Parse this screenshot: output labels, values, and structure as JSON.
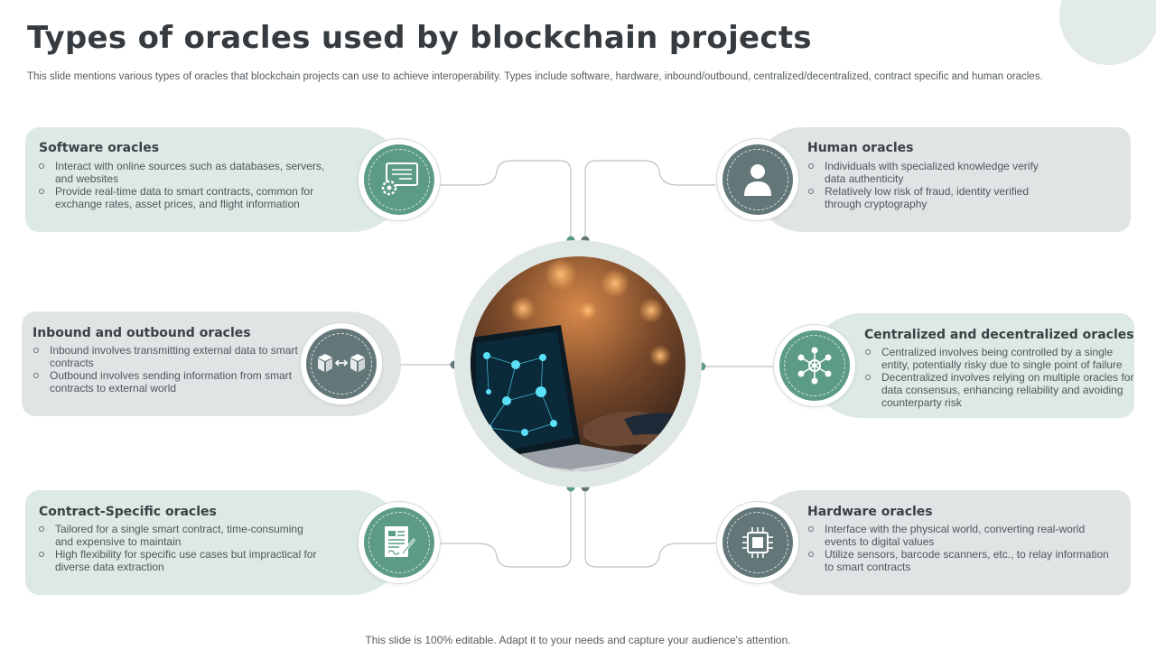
{
  "slide": {
    "title": "Types of oracles used by blockchain projects",
    "subtitle": "This slide mentions various types of oracles that blockchain projects can use to achieve interoperability. Types include software, hardware, inbound/outbound, centralized/decentralized, contract specific and human oracles.",
    "footer": "This slide is 100% editable. Adapt it to your needs and capture your audience's attention."
  },
  "cards": {
    "software": {
      "title": "Software oracles",
      "icon": "monitor-gear-icon",
      "bullets": [
        "Interact with online sources such as databases, servers, and websites",
        "Provide real-time data to smart contracts, common for exchange rates, asset prices, and flight information"
      ]
    },
    "human": {
      "title": "Human oracles",
      "icon": "person-icon",
      "bullets": [
        "Individuals with specialized knowledge verify data authenticity",
        "Relatively low risk of fraud, identity verified through cryptography"
      ]
    },
    "inbound": {
      "title": "Inbound and outbound oracles",
      "icon": "box-exchange-icon",
      "bullets": [
        "Inbound involves transmitting external data to smart contracts",
        "Outbound involves sending information from smart contracts to external world"
      ]
    },
    "centralized": {
      "title": "Centralized and decentralized oracles",
      "icon": "network-hub-icon",
      "bullets": [
        "Centralized involves being controlled by a single entity, potentially risky due to single point of failure",
        "Decentralized involves relying on multiple oracles for data consensus, enhancing reliability and avoiding counterparty risk"
      ]
    },
    "contract": {
      "title": "Contract-Specific oracles",
      "icon": "contract-pen-icon",
      "bullets": [
        "Tailored for a single smart contract, time-consuming and expensive to maintain",
        "High flexibility for specific use cases but impractical for diverse data extraction"
      ]
    },
    "hardware": {
      "title": "Hardware oracles",
      "icon": "chip-icon",
      "bullets": [
        "Interface with the physical world, converting real-world events to digital values",
        "Utilize sensors, barcode scanners, etc., to relay information to smart contracts"
      ]
    }
  },
  "center_image": {
    "icon": "laptop-network-photo"
  },
  "colors": {
    "green_card": "#dde9e5",
    "grey_card": "#e0e4e5",
    "green_icon": "#5c9c86",
    "slate_icon": "#637779",
    "title_text": "#363b3f"
  }
}
